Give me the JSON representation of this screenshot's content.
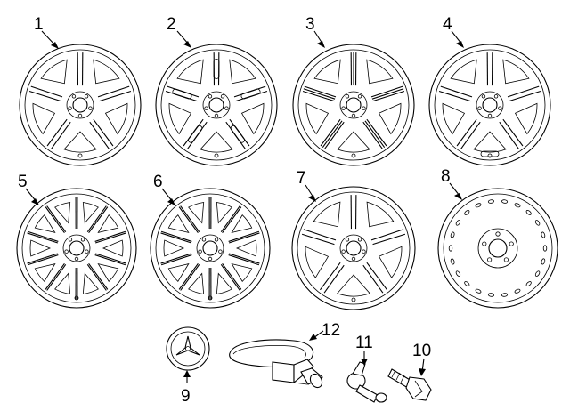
{
  "diagram": {
    "callouts": [
      {
        "id": "1",
        "label": "1",
        "part": "alloy wheel, 5 double spoke"
      },
      {
        "id": "2",
        "label": "2",
        "part": "alloy wheel, 5 double spoke with inserts"
      },
      {
        "id": "3",
        "label": "3",
        "part": "alloy wheel, 5 triple spoke"
      },
      {
        "id": "4",
        "label": "4",
        "part": "alloy wheel, 5 twin spoke"
      },
      {
        "id": "5",
        "label": "5",
        "part": "alloy wheel, 10 spoke"
      },
      {
        "id": "6",
        "label": "6",
        "part": "alloy wheel, 10 spoke"
      },
      {
        "id": "7",
        "label": "7",
        "part": "alloy wheel, 5 twin spoke"
      },
      {
        "id": "8",
        "label": "8",
        "part": "steel spare wheel"
      },
      {
        "id": "9",
        "label": "9",
        "part": "center cap"
      },
      {
        "id": "10",
        "label": "10",
        "part": "lug bolt"
      },
      {
        "id": "11",
        "label": "11",
        "part": "valve stem"
      },
      {
        "id": "12",
        "label": "12",
        "part": "tire pressure sensor"
      }
    ]
  }
}
